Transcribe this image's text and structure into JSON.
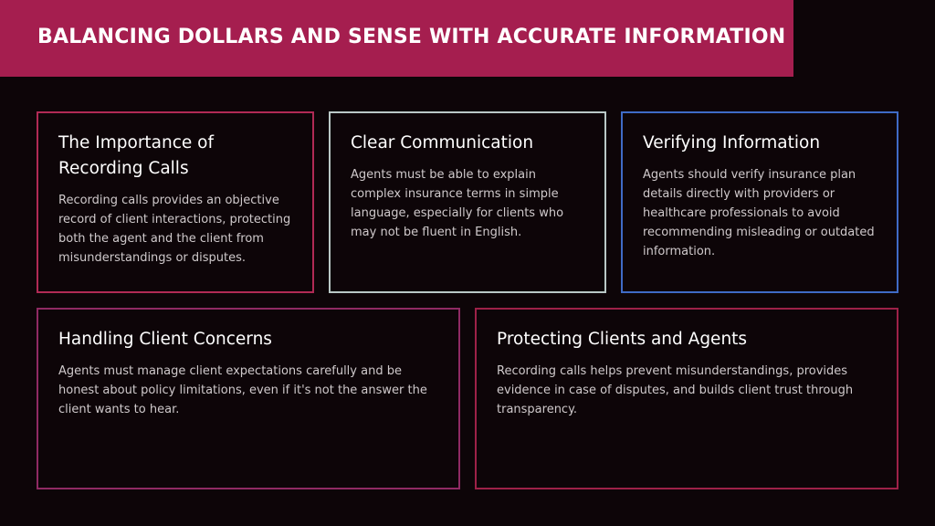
{
  "header": {
    "title": "BALANCING DOLLARS AND SENSE WITH ACCURATE INFORMATION"
  },
  "cards": [
    {
      "heading": "The Importance of Recording Calls",
      "body": "Recording calls provides an objective record of client interactions, protecting both the agent and the client from misunderstandings or disputes."
    },
    {
      "heading": "Clear Communication",
      "body": "Agents must be able to explain complex insurance terms in simple language, especially for clients who may not be fluent in English."
    },
    {
      "heading": "Verifying Information",
      "body": "Agents should verify insurance plan details directly with providers or healthcare professionals to avoid recommending misleading or outdated information."
    },
    {
      "heading": "Handling Client Concerns",
      "body": "Agents must manage client expectations carefully and be honest about policy limitations, even if it's not the answer the client wants to hear."
    },
    {
      "heading": "Protecting Clients and Agents",
      "body": "Recording calls helps prevent misunderstandings, provides evidence in case of disputes, and builds client trust through transparency."
    }
  ],
  "colors": {
    "background": "#0d0508",
    "title_bar": "#a51e4f",
    "card_1_border": "#b02a55",
    "card_2_border": "#b9c8c6",
    "card_3_border": "#3f6bc6",
    "card_4_border": "#8f2a63",
    "card_5_border": "#9d2148"
  }
}
